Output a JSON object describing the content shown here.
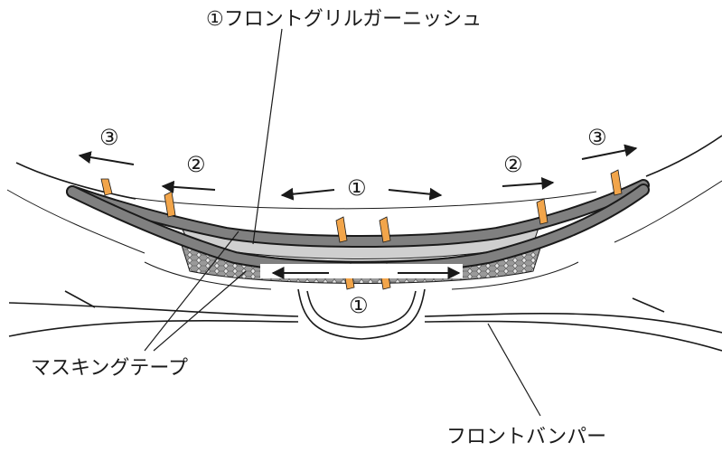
{
  "labels": {
    "garnish": "①フロントグリルガーニッシュ",
    "masking_tape": "マスキングテープ",
    "front_bumper": "フロントバンパー"
  },
  "steps": {
    "step1": "①",
    "step2": "②",
    "step3": "③"
  },
  "colors": {
    "tape": "#f2a54a",
    "garnish_frame": "#808080",
    "garnish_face": "#cfcfcf",
    "line": "#1a1a1a"
  }
}
